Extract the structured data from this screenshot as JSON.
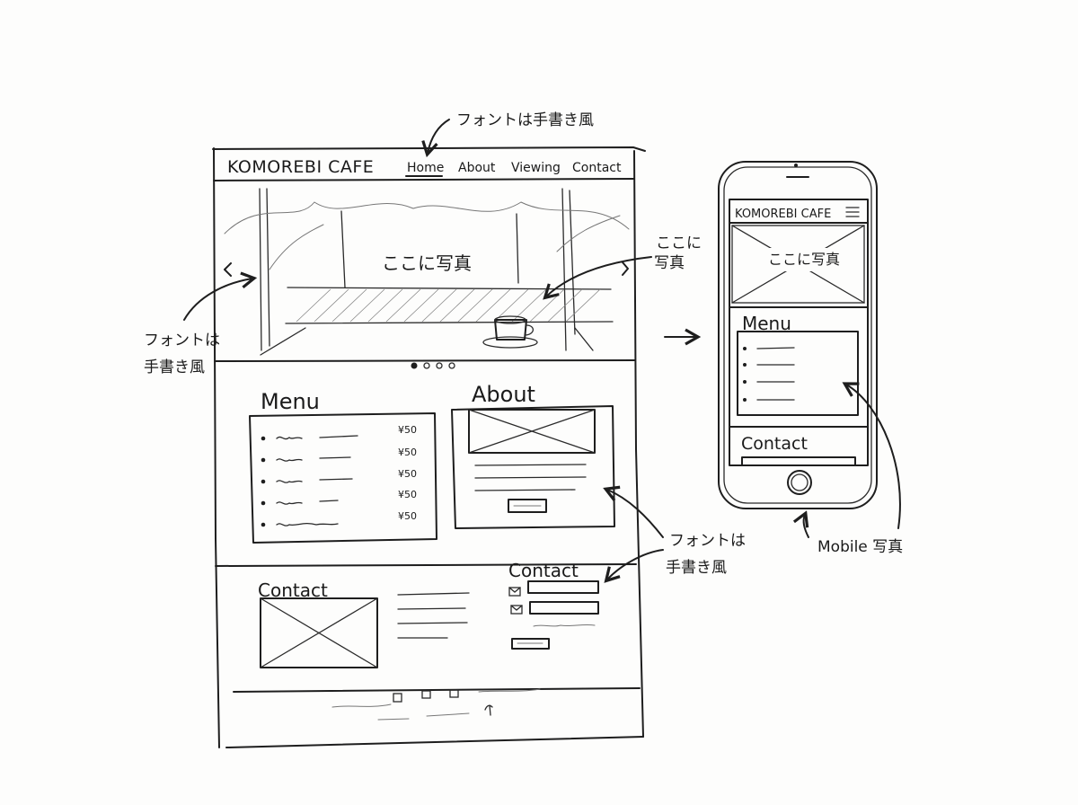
{
  "annotations": {
    "font_note_top": "フォントは手書き風",
    "font_note_left_line1": "フォントは",
    "font_note_left_line2": "手書き風",
    "photo_note_line1": "ここに",
    "photo_note_line2": "写真",
    "font_note_bottom_line1": "フォントは",
    "font_note_bottom_line2": "手書き風",
    "mobile_note": "Mobile 写真"
  },
  "desktop": {
    "logo": "KOMOREBI CAFE",
    "nav": [
      {
        "label": "Home",
        "active": true
      },
      {
        "label": "About"
      },
      {
        "label": "Viewing"
      },
      {
        "label": "Contact"
      }
    ],
    "hero_placeholder": "ここに写真",
    "carousel_slides": 4,
    "carousel_active": 1,
    "menu": {
      "title": "Menu",
      "prices": [
        "¥50",
        "¥50",
        "¥50",
        "¥50",
        "¥50"
      ]
    },
    "about": {
      "title": "About"
    },
    "contact": {
      "title": "Contact"
    },
    "contact_form": {
      "title": "Contact"
    }
  },
  "mobile": {
    "logo": "KOMOREBI CAFE",
    "hero_placeholder": "ここに写真",
    "menu_title": "Menu",
    "contact_title": "Contact"
  }
}
